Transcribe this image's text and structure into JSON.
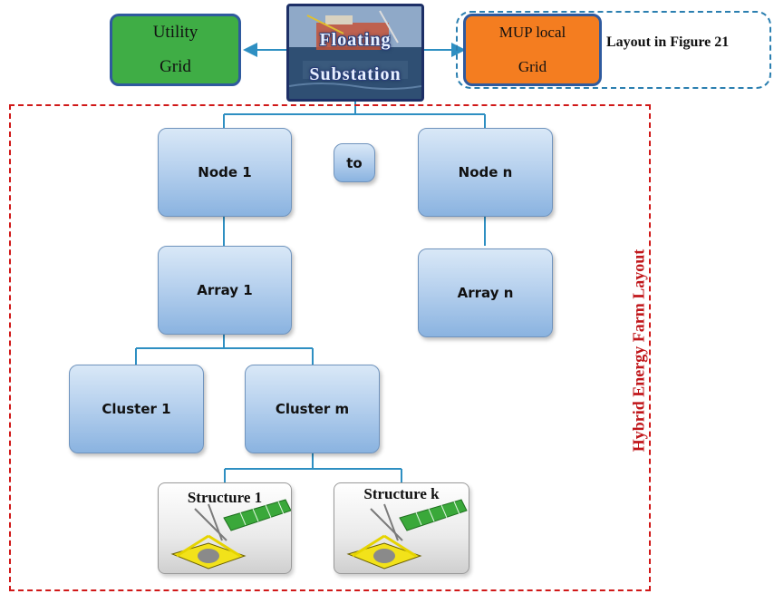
{
  "top": {
    "utility_grid": {
      "line1": "Utility",
      "line2": "Grid"
    },
    "substation": {
      "line1": "Floating",
      "line2": "Substation"
    },
    "mup_grid": {
      "line1": "MUP local",
      "line2": "Grid"
    },
    "layout_ref": "Layout in Figure 21"
  },
  "farm": {
    "label": "Hybrid Energy Farm Layout",
    "nodes": {
      "first": "Node 1",
      "separator": "to",
      "last": "Node n"
    },
    "arrays": {
      "first": "Array 1",
      "last": "Array n"
    },
    "clusters": {
      "first": "Cluster 1",
      "last": "Cluster m"
    },
    "structures": {
      "first": "Structure 1",
      "last": "Structure k"
    }
  },
  "colors": {
    "connector": "#2e8fc2",
    "red_dashed": "#d01818",
    "blue_dashed": "#2b7fb0",
    "green_box": "#3fad45",
    "orange_box": "#f47d20",
    "node_fill": "#b7d1ee",
    "vertical_label": "#c0161a"
  },
  "icons": {
    "structure_image": "floating-platform-with-solar-panels-icon",
    "substation_image": "offshore-substation-photo"
  }
}
